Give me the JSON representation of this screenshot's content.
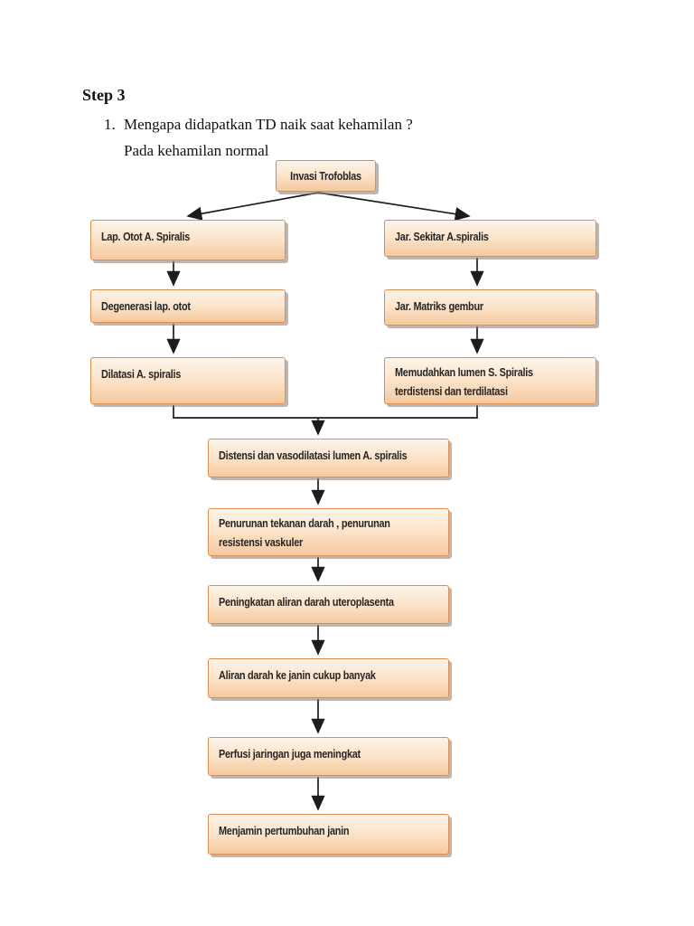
{
  "page": {
    "heading": "Step 3",
    "list_number": "1.",
    "question": "Mengapa didapatkan TD naik saat kehamilan ?",
    "subtitle": "Pada kehamilan normal"
  },
  "colors": {
    "page_background": "#ffffff",
    "node_fill_top": "#fdf4ea",
    "node_fill_bottom": "#f6c89e",
    "node_border": "#e08d50",
    "node_shadow": "#928678",
    "connector": "#1c1c1c",
    "node_text": "#262626"
  },
  "flowchart": {
    "nodes": [
      {
        "id": "invasi-trofoblas",
        "lines": [
          "Invasi Trofoblas"
        ]
      },
      {
        "id": "lap-otot-a-spiralis",
        "lines": [
          "Lap. Otot A. Spiralis"
        ]
      },
      {
        "id": "jar-sekitar-a-spiralis",
        "lines": [
          "Jar. Sekitar A.spiralis"
        ]
      },
      {
        "id": "degenerasi-lap-otot",
        "lines": [
          "Degenerasi lap. otot"
        ]
      },
      {
        "id": "jar-matriks-gembur",
        "lines": [
          "Jar. Matriks gembur"
        ]
      },
      {
        "id": "dilatasi-a-spiralis",
        "lines": [
          "Dilatasi A. spiralis"
        ]
      },
      {
        "id": "memudahkan-lumen",
        "lines": [
          "Memudahkan lumen S. Spiralis",
          "terdistensi dan terdilatasi"
        ]
      },
      {
        "id": "distensi-vasodilatasi",
        "lines": [
          "Distensi dan vasodilatasi lumen A. spiralis"
        ]
      },
      {
        "id": "penurunan-tekanan",
        "lines": [
          "Penurunan tekanan darah , penurunan",
          "resistensi vaskuler"
        ]
      },
      {
        "id": "peningkatan-aliran",
        "lines": [
          "Peningkatan aliran darah uteroplasenta"
        ]
      },
      {
        "id": "aliran-darah-janin",
        "lines": [
          "Aliran darah ke janin cukup banyak"
        ]
      },
      {
        "id": "perfusi-jaringan",
        "lines": [
          "Perfusi jaringan juga meningkat"
        ]
      },
      {
        "id": "menjamin-pertumbuhan",
        "lines": [
          "Menjamin pertumbuhan janin"
        ]
      }
    ]
  }
}
